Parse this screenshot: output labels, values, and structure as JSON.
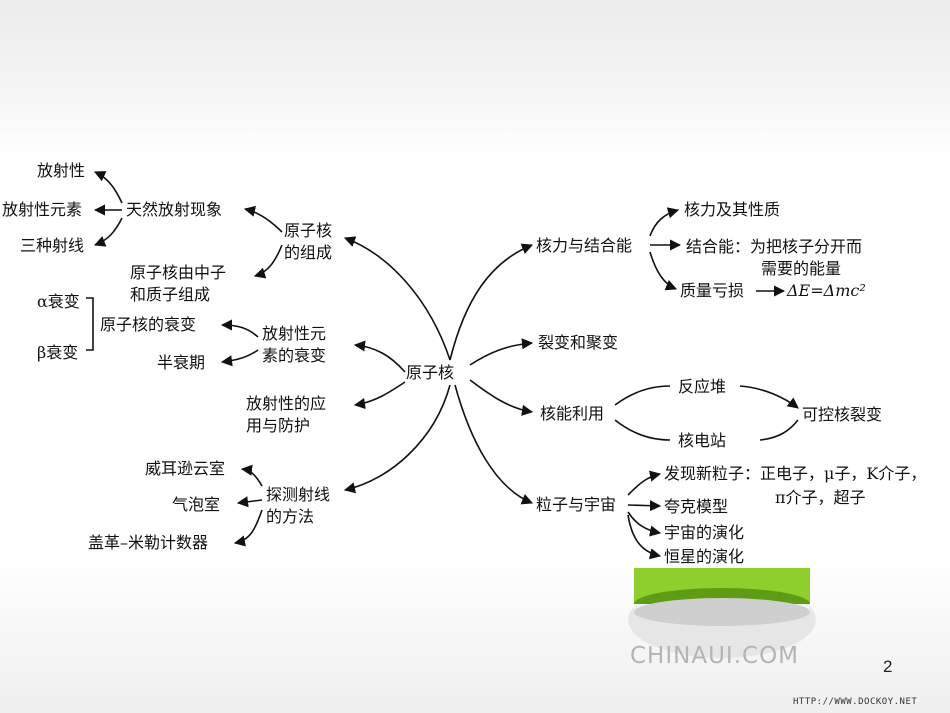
{
  "center": "原子核",
  "nodes": {
    "yuanzihe_zucheng": "原子核\n的组成",
    "tianran": "天然放射现象",
    "fangshexing": "放射性",
    "fangshexing_yuansu": "放射性元素",
    "sanzhong": "三种射线",
    "zhongzi_zhizi": "原子核由中子\n和质子组成",
    "shuaibian": "放射性元\n素的衰变",
    "alpha": "α衰变",
    "beta": "β衰变",
    "he_shuaibian": "原子核的衰变",
    "banshuaiqi": "半衰期",
    "yingyong": "放射性的应\n用与防护",
    "tance": "探测射线\n的方法",
    "weier": "威耳逊云室",
    "qipao": "气泡室",
    "gaige": "盖革–米勒计数器",
    "heli_jiehe": "核力与结合能",
    "heli": "核力及其性质",
    "jieheneng": "结合能：为把核子分开而\n需要的能量",
    "zhiliang": "质量亏损",
    "formula": "ΔE=Δmc²",
    "liebian": "裂变和聚变",
    "heneng": "核能利用",
    "fanyingdui": "反应堆",
    "hedianzhan": "核电站",
    "kekong": "可控核裂变",
    "lizi_yuzhou": "粒子与宇宙",
    "faxian": "发现新粒子：正电子，μ子，K介子，",
    "faxian2": "π介子，超子",
    "kuake": "夸克模型",
    "yuzhou": "宇宙的演化",
    "hengxing": "恒星的演化"
  },
  "footer": {
    "logo": "CHINAUI.COM",
    "page": "2",
    "url": "HTTP://WWW.DOCKOY.NET"
  }
}
